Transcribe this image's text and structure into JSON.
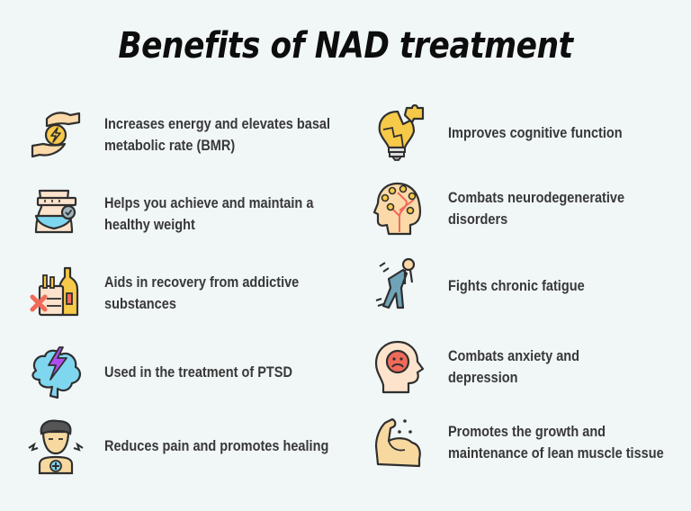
{
  "title": "Benefits of NAD treatment",
  "colors": {
    "background": "#f1f6f7",
    "title": "#0d0d0d",
    "text": "#383838",
    "accent_yellow": "#f7c948",
    "accent_skin": "#fbd9a8",
    "accent_blue": "#7fd6ef",
    "accent_purple": "#b04cf0",
    "accent_red": "#f06a5a",
    "outline": "#2f2f2f"
  },
  "left_column": [
    {
      "icon": "coin-hands-icon",
      "lines": [
        "Increases energy and elevates basal",
        "metabolic rate (BMR)"
      ]
    },
    {
      "icon": "waist-measure-icon",
      "lines": [
        "Helps you achieve and maintain a",
        "healthy weight"
      ]
    },
    {
      "icon": "cigarettes-bottle-icon",
      "lines": [
        "Aids in recovery from addictive",
        "substances"
      ]
    },
    {
      "icon": "brain-lightning-icon",
      "lines": [
        "Used in the treatment of PTSD"
      ]
    },
    {
      "icon": "person-pain-icon",
      "lines": [
        "Reduces pain and promotes healing"
      ]
    }
  ],
  "right_column": [
    {
      "icon": "puzzle-bulb-icon",
      "lines": [
        "Improves cognitive function"
      ]
    },
    {
      "icon": "head-neurons-icon",
      "lines": [
        "Combats neurodegenerative",
        "disorders"
      ]
    },
    {
      "icon": "tired-person-icon",
      "lines": [
        "Fights chronic fatigue"
      ]
    },
    {
      "icon": "sad-head-icon",
      "lines": [
        "Combats anxiety and",
        "depression"
      ]
    },
    {
      "icon": "flexed-arm-icon",
      "lines": [
        "Promotes the growth and",
        "maintenance of lean muscle tissue"
      ]
    }
  ]
}
